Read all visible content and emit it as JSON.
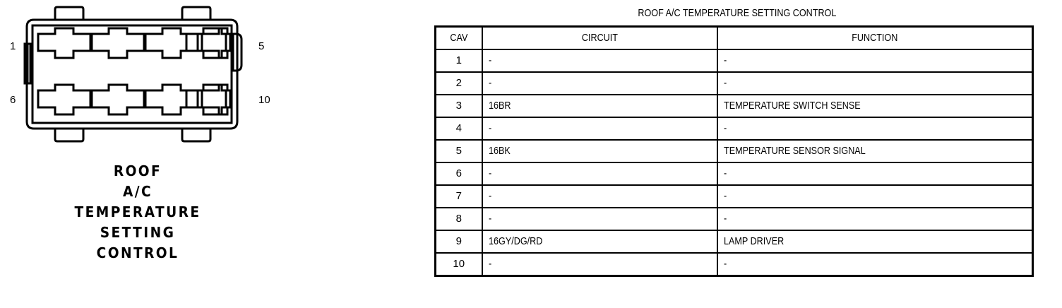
{
  "connector": {
    "title_lines": [
      "ROOF",
      "A/C",
      "TEMPERATURE",
      "SETTING",
      "CONTROL"
    ],
    "pin_labels": {
      "top_left": "1",
      "bottom_left": "6",
      "top_right": "5",
      "bottom_right": "10"
    },
    "cavity_count": 10,
    "rows": 2,
    "columns": 5,
    "outline_color": "#000000",
    "fill_color": "#ffffff"
  },
  "table": {
    "title": "ROOF A/C TEMPERATURE SETTING CONTROL",
    "headers": [
      "CAV",
      "CIRCUIT",
      "FUNCTION"
    ],
    "rows": [
      {
        "cav": "1",
        "circuit": "-",
        "function": "-"
      },
      {
        "cav": "2",
        "circuit": "-",
        "function": "-"
      },
      {
        "cav": "3",
        "circuit": "16BR",
        "function": "TEMPERATURE SWITCH SENSE"
      },
      {
        "cav": "4",
        "circuit": "-",
        "function": "-"
      },
      {
        "cav": "5",
        "circuit": "16BK",
        "function": "TEMPERATURE SENSOR SIGNAL"
      },
      {
        "cav": "6",
        "circuit": "-",
        "function": "-"
      },
      {
        "cav": "7",
        "circuit": "-",
        "function": "-"
      },
      {
        "cav": "8",
        "circuit": "-",
        "function": "-"
      },
      {
        "cav": "9",
        "circuit": "16GY/DG/RD",
        "function": "LAMP DRIVER"
      },
      {
        "cav": "10",
        "circuit": "-",
        "function": "-"
      }
    ]
  }
}
